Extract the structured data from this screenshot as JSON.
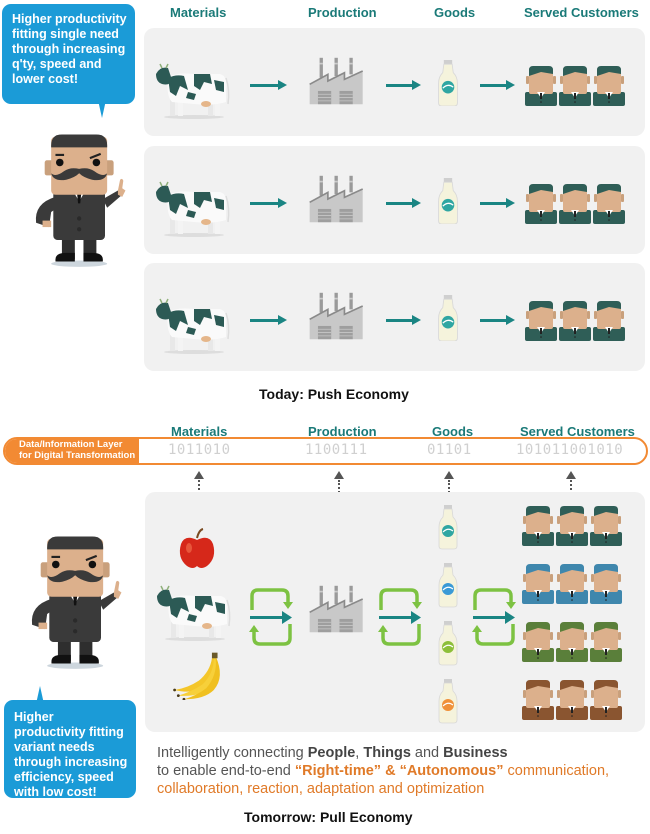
{
  "push": {
    "headers": {
      "materials": "Materials",
      "production": "Production",
      "goods": "Goods",
      "customers": "Served Customers"
    },
    "bubble": "Higher productivity fitting single need through increasing q'ty, speed and lower cost!",
    "rows": [
      {
        "material": "cow-icon",
        "production": "factory-icon",
        "goods": "milk-bottle-icon",
        "customers": "customer-group-icon",
        "customer_color": "#2f5e57"
      },
      {
        "material": "cow-icon",
        "production": "factory-icon",
        "goods": "milk-bottle-icon",
        "customers": "customer-group-icon",
        "customer_color": "#2f5e57"
      },
      {
        "material": "cow-icon",
        "production": "factory-icon",
        "goods": "milk-bottle-icon",
        "customers": "customer-group-icon",
        "customer_color": "#2f5e57"
      }
    ],
    "caption": "Today: Push Economy"
  },
  "pull": {
    "headers": {
      "materials": "Materials",
      "production": "Production",
      "goods": "Goods",
      "customers": "Served Customers"
    },
    "data_layer": {
      "label_line1": "Data/Information Layer",
      "label_line2": "for Digital Transformation",
      "materials_bits": "1011010",
      "production_bits": "1100111",
      "goods_bits": "01101",
      "customers_bits": "101011001010"
    },
    "materials": [
      "apple-icon",
      "cow-icon",
      "banana-icon"
    ],
    "goods_label_colors": [
      "#2fa6a2",
      "#3a9ad6",
      "#8dbf3a",
      "#f0913a"
    ],
    "customer_groups": [
      {
        "color": "#2f5e57"
      },
      {
        "color": "#3f87ad"
      },
      {
        "color": "#5a7f3a"
      },
      {
        "color": "#8a5530"
      }
    ],
    "bubble": "Higher productivity fitting variant needs through increasing efficiency, speed with low cost!",
    "description": {
      "line1_prefix": "Intelligently connecting ",
      "people": "People",
      "sep1": ", ",
      "things": "Things",
      "sep2": " and ",
      "business": "Business",
      "line2_prefix": "to enable end-to-end ",
      "highlight": "“Right-time” & “Autonomous”",
      "line2_suffix": " communication,",
      "line3": "collaboration, reaction, adaptation and optimization"
    },
    "caption": "Tomorrow: Pull Economy"
  },
  "colors": {
    "accent_teal": "#1a7a78",
    "bubble_blue": "#1b9bd7",
    "layer_orange": "#f28a33",
    "cycle_green": "#7dc242",
    "panel_gray": "#f1f1f1"
  }
}
